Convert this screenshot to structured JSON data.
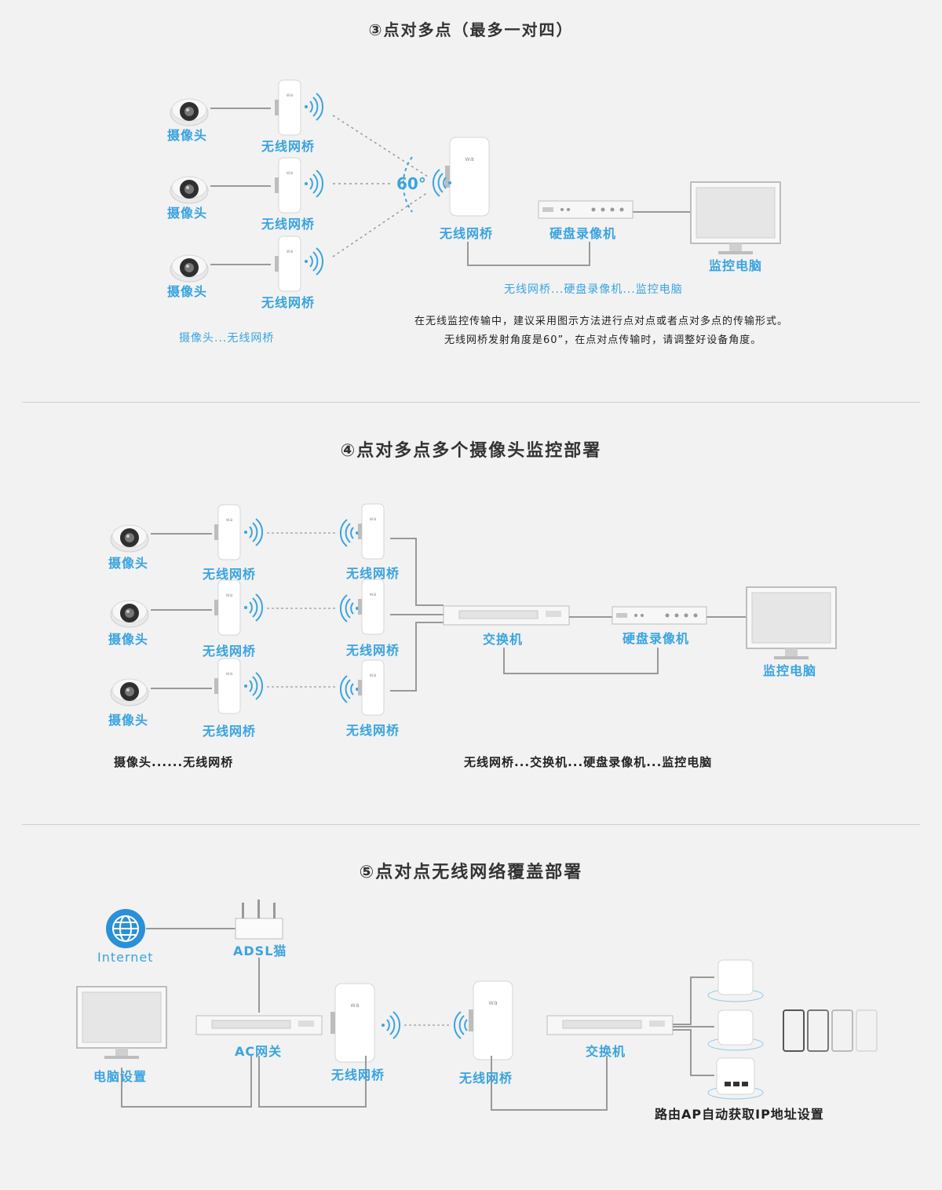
{
  "section3": {
    "title": "③点对多点（最多一对四）",
    "camera_label": "摄像头",
    "bridge_label": "无线网桥",
    "angle": "60°",
    "center_bridge_label": "无线网桥",
    "nvr_label": "硬盘录像机",
    "pc_label": "监控电脑",
    "chain": "无线网桥...硬盘录像机...监控电脑",
    "note_line1": "在无线监控传输中，建议采用图示方法进行点对点或者点对多点的传输形式。",
    "note_line2": "无线网桥发射角度是60”，在点对点传输时，请调整好设备角度。",
    "left_caption": "摄像头...无线网桥"
  },
  "section4": {
    "title": "④点对多点多个摄像头监控部署",
    "camera_label": "摄像头",
    "bridge_label": "无线网桥",
    "switch_label": "交换机",
    "nvr_label": "硬盘录像机",
    "pc_label": "监控电脑",
    "left_chain": "摄像头......无线网桥",
    "right_chain": "无线网桥...交换机...硬盘录像机...监控电脑"
  },
  "section5": {
    "title": "⑤点对点无线网络覆盖部署",
    "internet_label": "Internet",
    "adsl_label": "ADSL猫",
    "pc_label": "电脑设置",
    "ac_label": "AC网关",
    "bridge_left_label": "无线网桥",
    "bridge_right_label": "无线网桥",
    "switch_label": "交换机",
    "ap_caption": "路由AP自动获取IP地址设置"
  },
  "colors": {
    "accent": "#3aa4e0",
    "text": "#333333",
    "background": "#f2f2f2"
  }
}
